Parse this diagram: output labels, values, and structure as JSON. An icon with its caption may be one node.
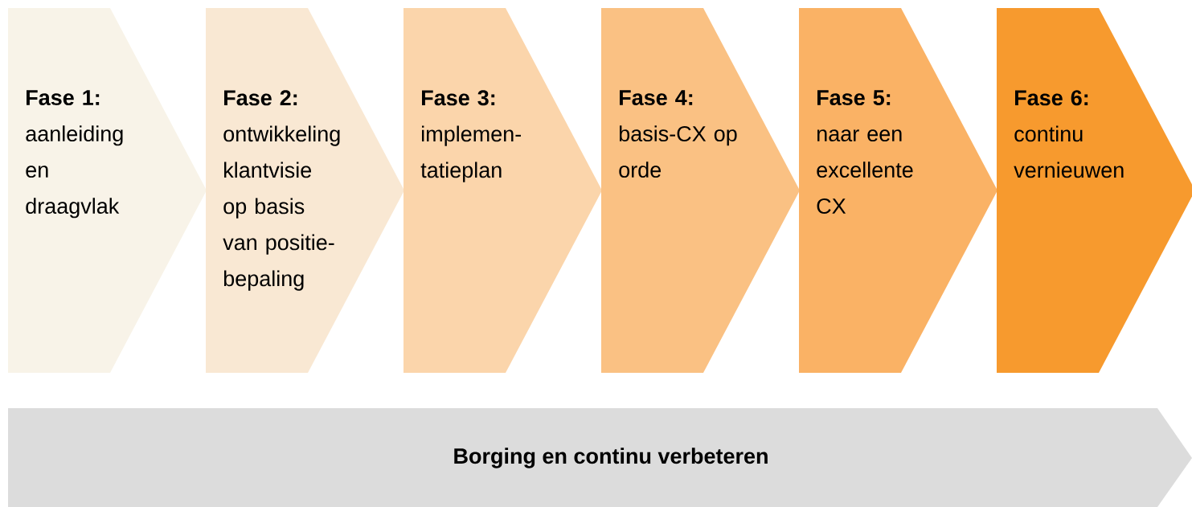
{
  "diagram": {
    "nodes": [
      {
        "text": [
          "Fase 1:",
          "aanleiding en draagvlak"
        ]
      },
      {
        "text": [
          "Fase 2:",
          "ontwikkeling klantvisie op basis van positie- bepaling"
        ]
      },
      {
        "text": [
          "Fase 3:",
          "implemen- tatieplan"
        ]
      },
      {
        "text": [
          "Fase 4:",
          "basis-CX op orde"
        ]
      },
      {
        "text": [
          "Fase 5:",
          "naar een excellente CX"
        ]
      },
      {
        "text": [
          "Fase 6:",
          "continu vernieuwen"
        ]
      },
      {
        "text": [
          "Borging en continu verbeteren"
        ]
      }
    ]
  }
}
